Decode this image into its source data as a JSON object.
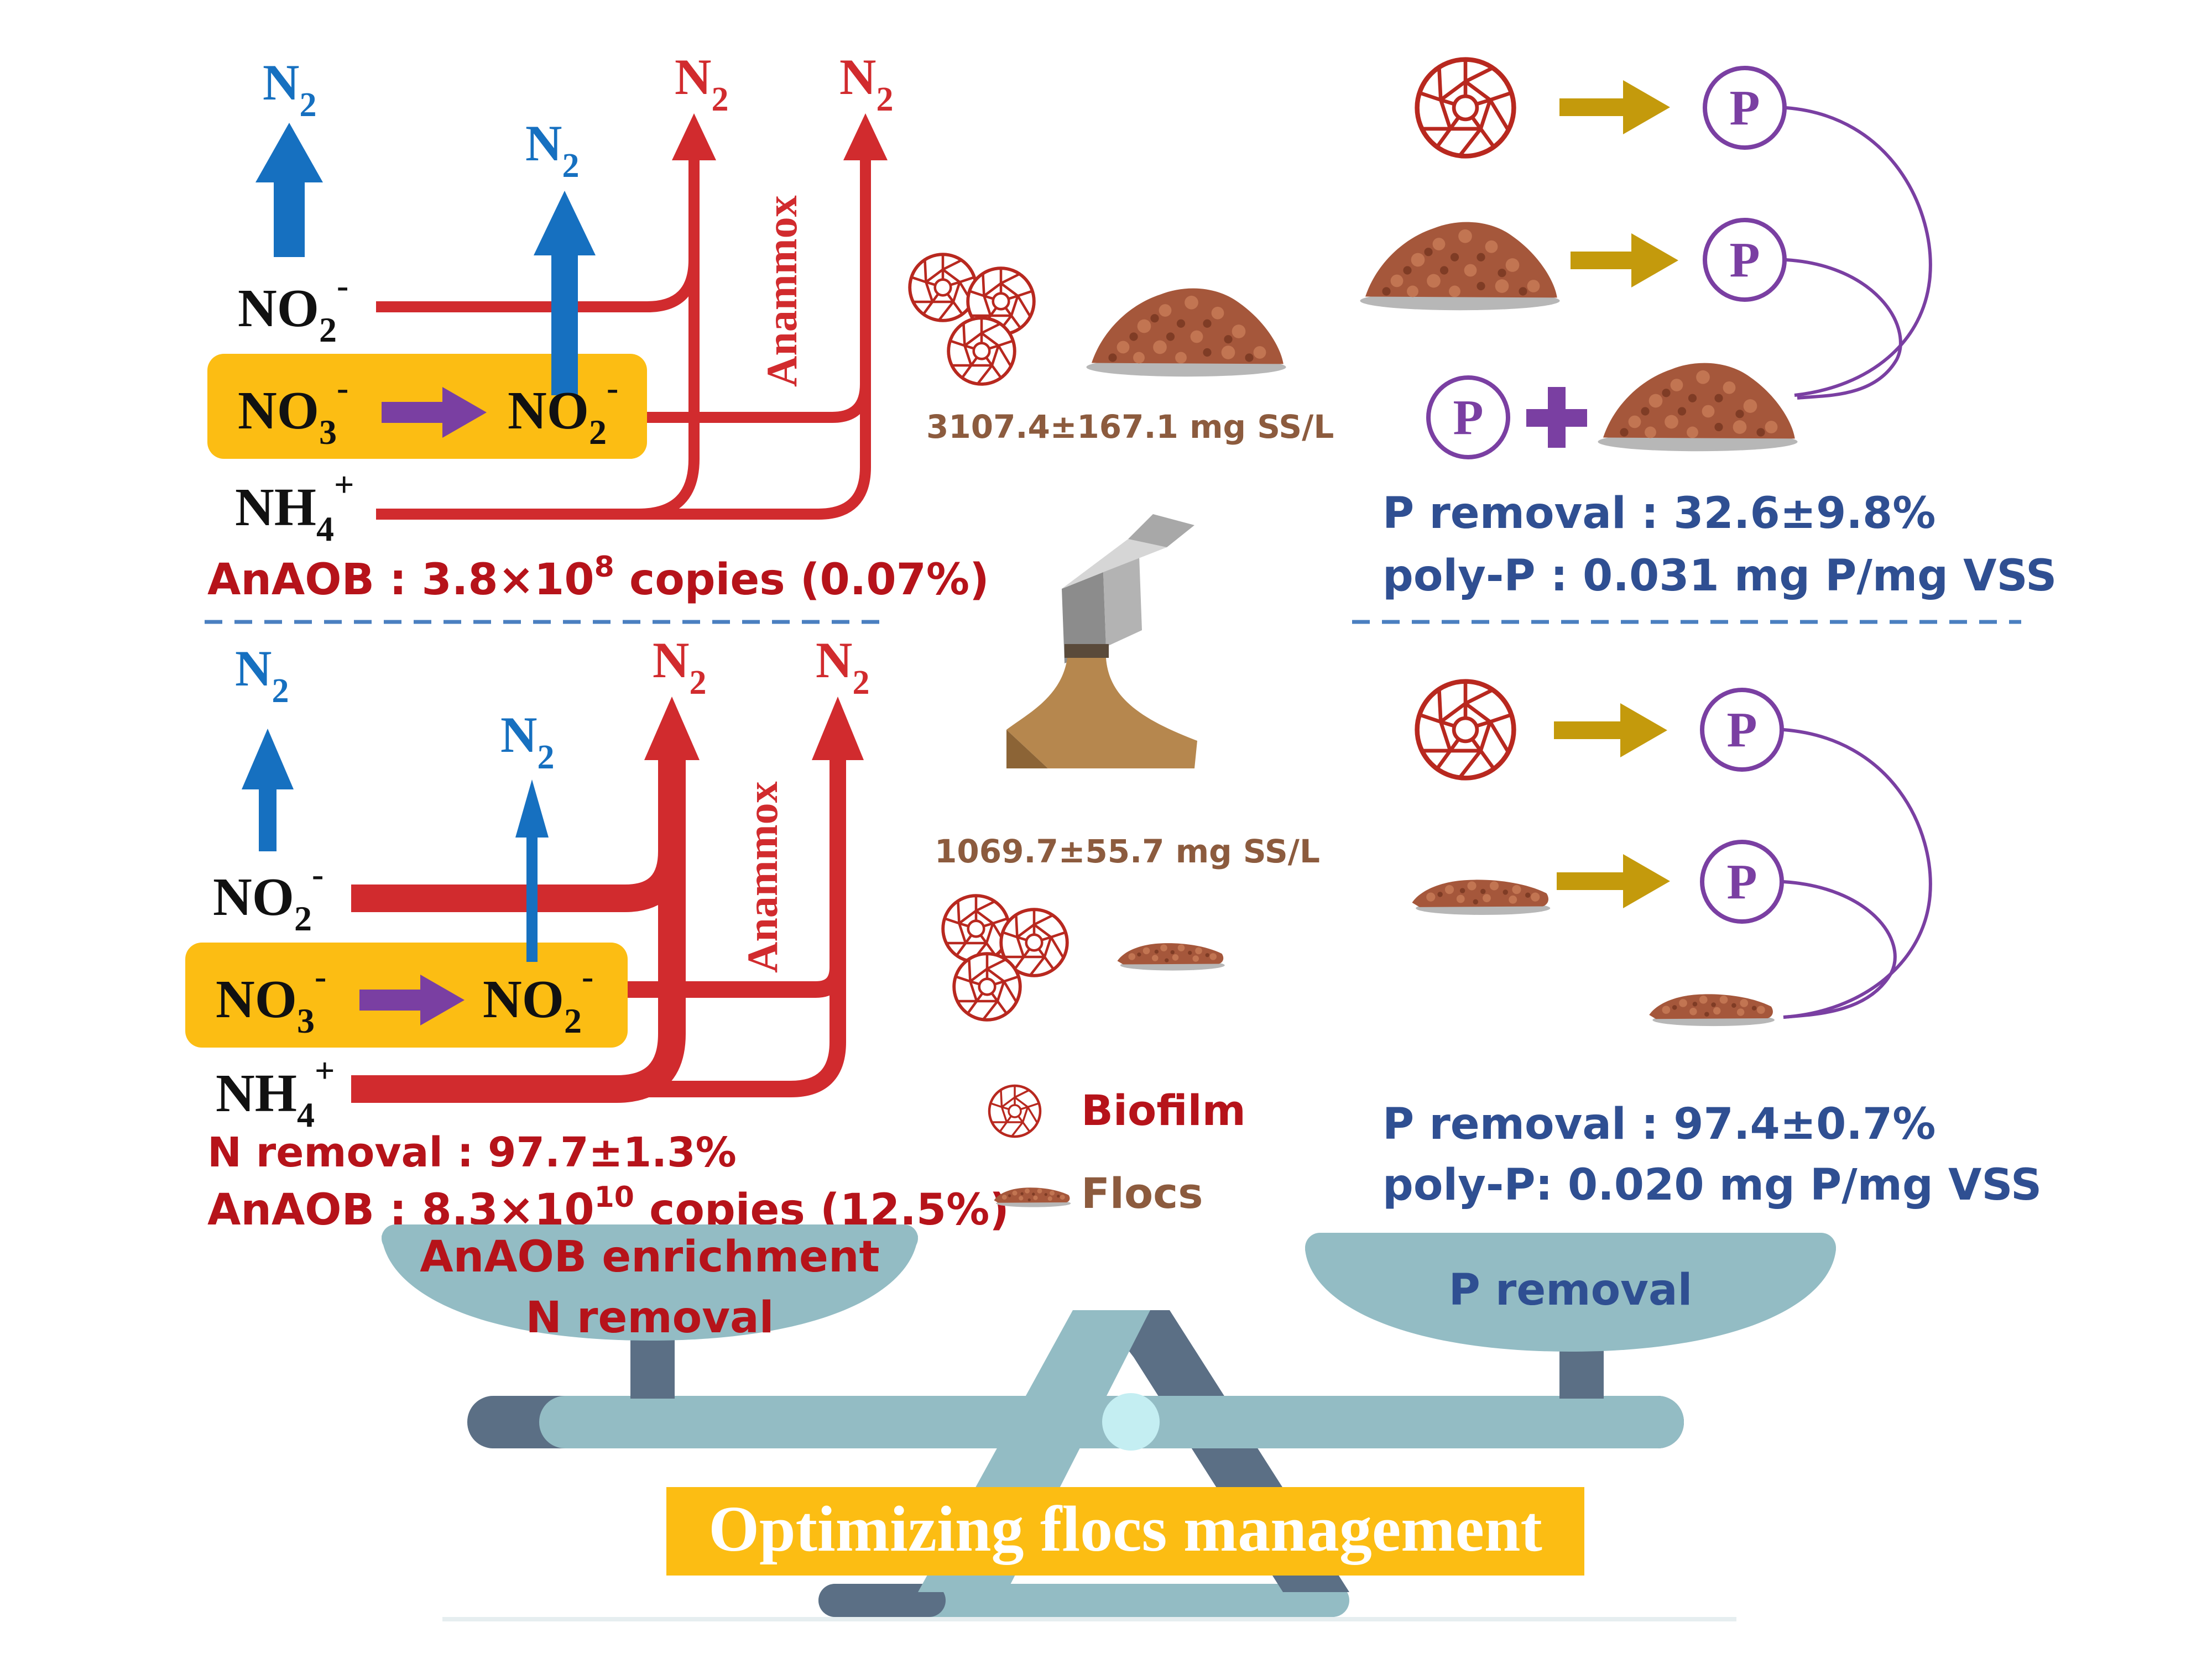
{
  "colors": {
    "blue_arrow": "#1670c0",
    "red_path": "#d12b2e",
    "purple": "#7a3fa2",
    "gold": "#c49a0c",
    "orange_box": "#fcbd13",
    "dark_red_text": "#b6131a",
    "blue_text": "#2f4f92",
    "brown_text": "#8c5b3e",
    "floc": "#a5573b",
    "scale_teal": "#93bcc4",
    "scale_dark": "#5b6f85",
    "dash_blue": "#4a7fc0"
  },
  "top_left": {
    "n2": "N",
    "sub2": "2",
    "no2": "NO",
    "no3": "NO",
    "nh4": "NH",
    "sub4": "4",
    "sub3": "3",
    "minus": "-",
    "plus": "+",
    "anammox": "Anammox",
    "anaob": "AnAOB : 3.8×10",
    "anaob_exp": "8",
    "anaob_tail": " copies (0.07%)"
  },
  "bottom_left": {
    "n2": "N",
    "sub2": "2",
    "no2": "NO",
    "no3": "NO",
    "nh4": "NH",
    "sub4": "4",
    "sub3": "3",
    "minus": "-",
    "plus": "+",
    "anammox": "Anammox",
    "n_removal": "N removal : 97.7±1.3%",
    "anaob": "AnAOB : 8.3×10",
    "anaob_exp": "10",
    "anaob_tail": " copies (12.5%)"
  },
  "middle": {
    "ss_top": "3107.4±167.1 mg SS/L",
    "ss_bottom": "1069.7±55.7 mg SS/L",
    "legend_biofilm": "Biofilm",
    "legend_flocs": "Flocs"
  },
  "top_right": {
    "p": "P",
    "p_removal": "P removal : 32.6±9.8%",
    "polyp": "poly-P : 0.031 mg P/mg VSS"
  },
  "bottom_right": {
    "p": "P",
    "p_removal": "P removal : 97.4±0.7%",
    "polyp": "poly-P: 0.020 mg P/mg VSS"
  },
  "scale": {
    "left_pan_line1": "AnAOB enrichment",
    "left_pan_line2": "N removal",
    "right_pan": "P removal",
    "banner": "Optimizing flocs management"
  }
}
